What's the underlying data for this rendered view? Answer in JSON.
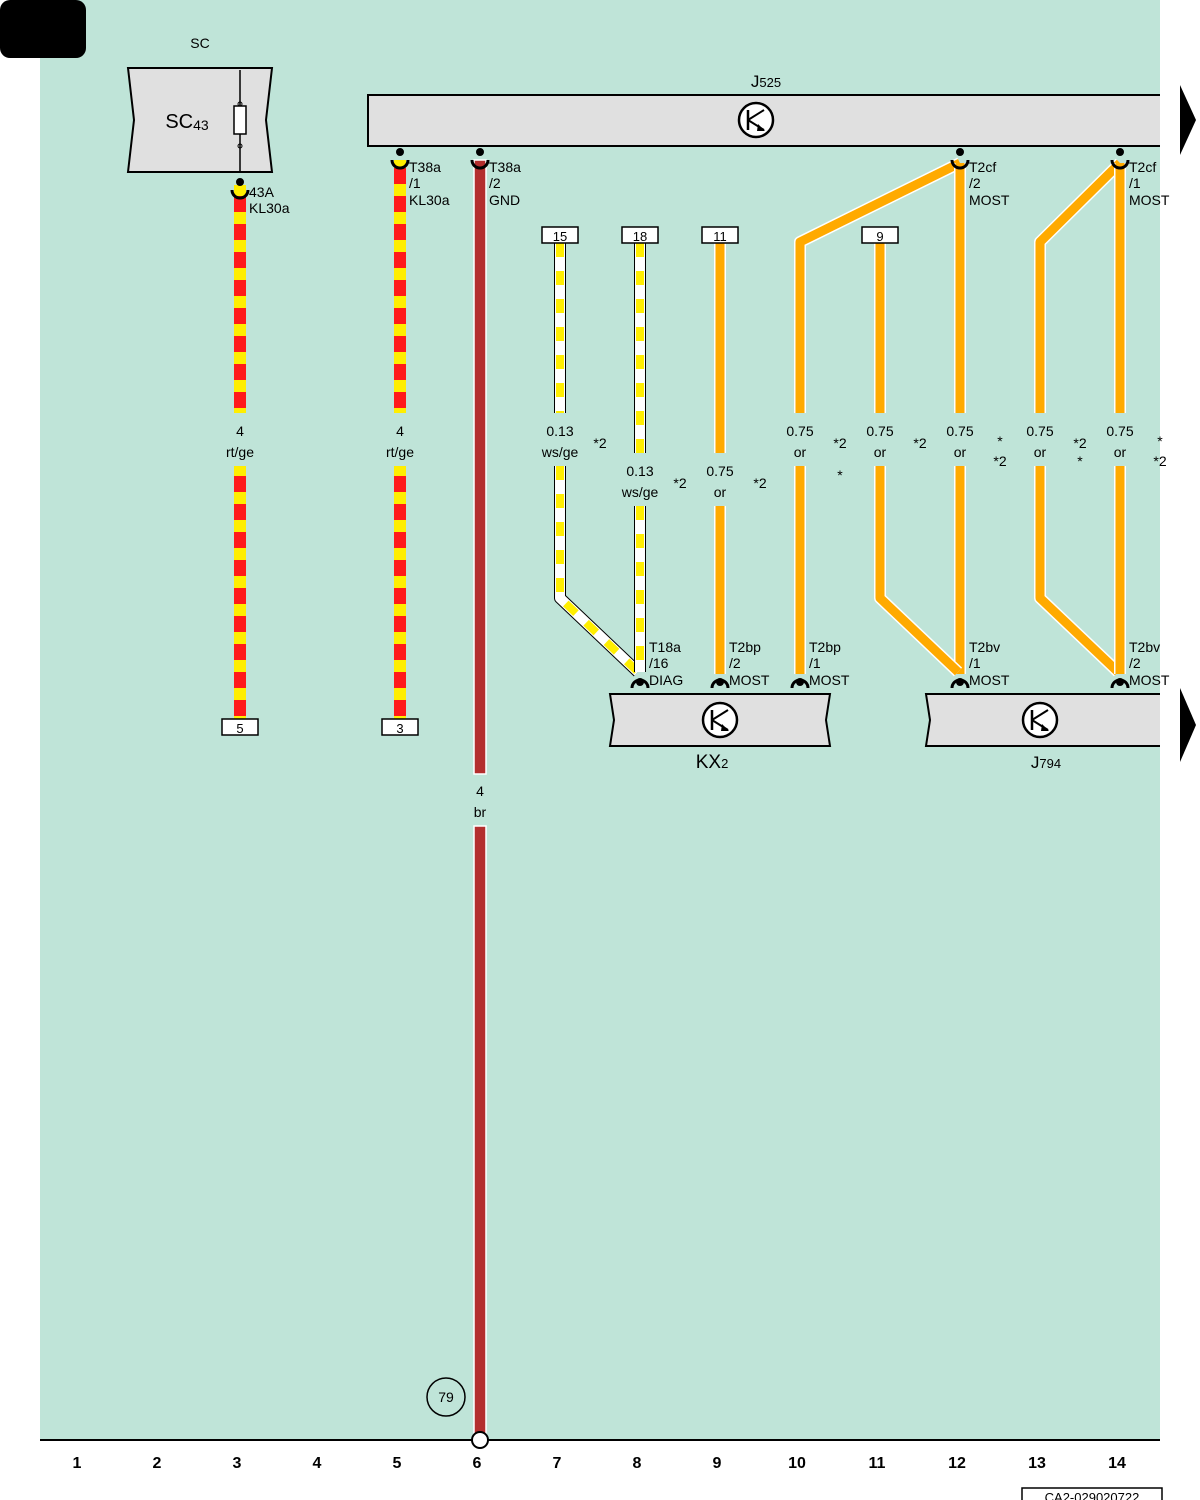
{
  "components": {
    "sc": {
      "group": "SC",
      "name": "SC43",
      "name_main": "SC",
      "name_sub": "43"
    },
    "j525": {
      "name": "J525",
      "name_main": "J",
      "name_sub": "525"
    },
    "kx2": {
      "name": "KX2",
      "name_main": "KX",
      "name_sub": "2"
    },
    "j794": {
      "name": "J794",
      "name_main": "J",
      "name_sub": "794"
    }
  },
  "pins": {
    "sc_43a": [
      "43A",
      "KL30a"
    ],
    "j525_t38a_1": [
      "T38a",
      "/1",
      "KL30a"
    ],
    "j525_t38a_2": [
      "T38a",
      "/2",
      "GND"
    ],
    "j525_t2cf_2": [
      "T2cf",
      "/2",
      "MOST"
    ],
    "j525_t2cf_1": [
      "T2cf",
      "/1",
      "MOST"
    ],
    "kx2_t18a_16": [
      "T18a",
      "/16",
      "DIAG"
    ],
    "kx2_t2bp_2": [
      "T2bp",
      "/2",
      "MOST"
    ],
    "kx2_t2bp_1": [
      "T2bp",
      "/1",
      "MOST"
    ],
    "j794_t2bv_1": [
      "T2bv",
      "/1",
      "MOST"
    ],
    "j794_t2bv_2": [
      "T2bv",
      "/2",
      "MOST"
    ]
  },
  "connector_boxes": {
    "c15": "15",
    "c18": "18",
    "c11": "11",
    "c9": "9",
    "c5": "5",
    "c3": "3"
  },
  "wires": {
    "w3": {
      "size": "4",
      "color": "rt/ge"
    },
    "w5": {
      "size": "4",
      "color": "rt/ge"
    },
    "w6": {
      "size": "4",
      "color": "br"
    },
    "w7": {
      "size": "0.13",
      "color": "ws/ge"
    },
    "w8": {
      "size": "0.13",
      "color": "ws/ge"
    },
    "w9": {
      "size": "0.75",
      "color": "or"
    },
    "w10": {
      "size": "0.75",
      "color": "or"
    },
    "w11": {
      "size": "0.75",
      "color": "or"
    },
    "w12": {
      "size": "0.75",
      "color": "or"
    },
    "w13": {
      "size": "0.75",
      "color": "or"
    },
    "w14": {
      "size": "0.75",
      "color": "or"
    }
  },
  "footnotes": {
    "n1": "*2",
    "n2": "*2",
    "n3": "*2",
    "n4": "*2",
    "n5": "*",
    "n6": "*2",
    "n7": "*",
    "n8": "*2",
    "n9": "*2",
    "n10": "*",
    "n11": "*",
    "n12": "*2"
  },
  "ground_ref": "79",
  "track_numbers": [
    "1",
    "2",
    "3",
    "4",
    "5",
    "6",
    "7",
    "8",
    "9",
    "10",
    "11",
    "12",
    "13",
    "14"
  ],
  "doc_code": "CA2-029020722",
  "colors": {
    "background": "#bfe4d8",
    "component_fill": "#e0e0e0",
    "red": "#ff1a1a",
    "yellow": "#ffee00",
    "white": "#ffffff",
    "orange": "#ffaa00",
    "brown": "#b32e2e"
  }
}
